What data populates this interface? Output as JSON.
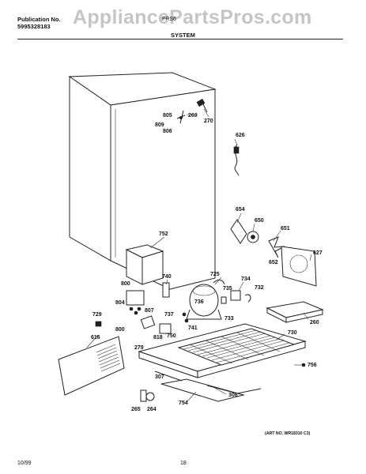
{
  "header": {
    "publication_label": "Publication No.",
    "publication_number": "5995328183",
    "model_partial": "FRS6",
    "section_title": "SYSTEM"
  },
  "watermark": "AppliancePartsPros.com",
  "footer": {
    "date": "10/99",
    "page": "18"
  },
  "reference_note": "(ART NO. WR18310 C3)",
  "part_labels": {
    "p805": "805",
    "p269": "269",
    "p270": "270",
    "p809": "809",
    "p806": "806",
    "p626": "626",
    "p654": "654",
    "p650": "650",
    "p651": "651",
    "p627": "627",
    "p652": "652",
    "p752": "752",
    "p740": "740",
    "p800a": "800",
    "p725": "725",
    "p734": "734",
    "p732": "732",
    "p735": "735",
    "p736": "736",
    "p733": "733",
    "p260": "260",
    "p804": "804",
    "p807": "807",
    "p737": "737",
    "p729": "729",
    "p800b": "800",
    "p750": "750",
    "p741": "741",
    "p818": "818",
    "p730": "730",
    "p616": "616",
    "p279": "279",
    "p756": "756",
    "p307": "307",
    "p306": "306",
    "p265": "265",
    "p264": "264",
    "p754": "754"
  }
}
